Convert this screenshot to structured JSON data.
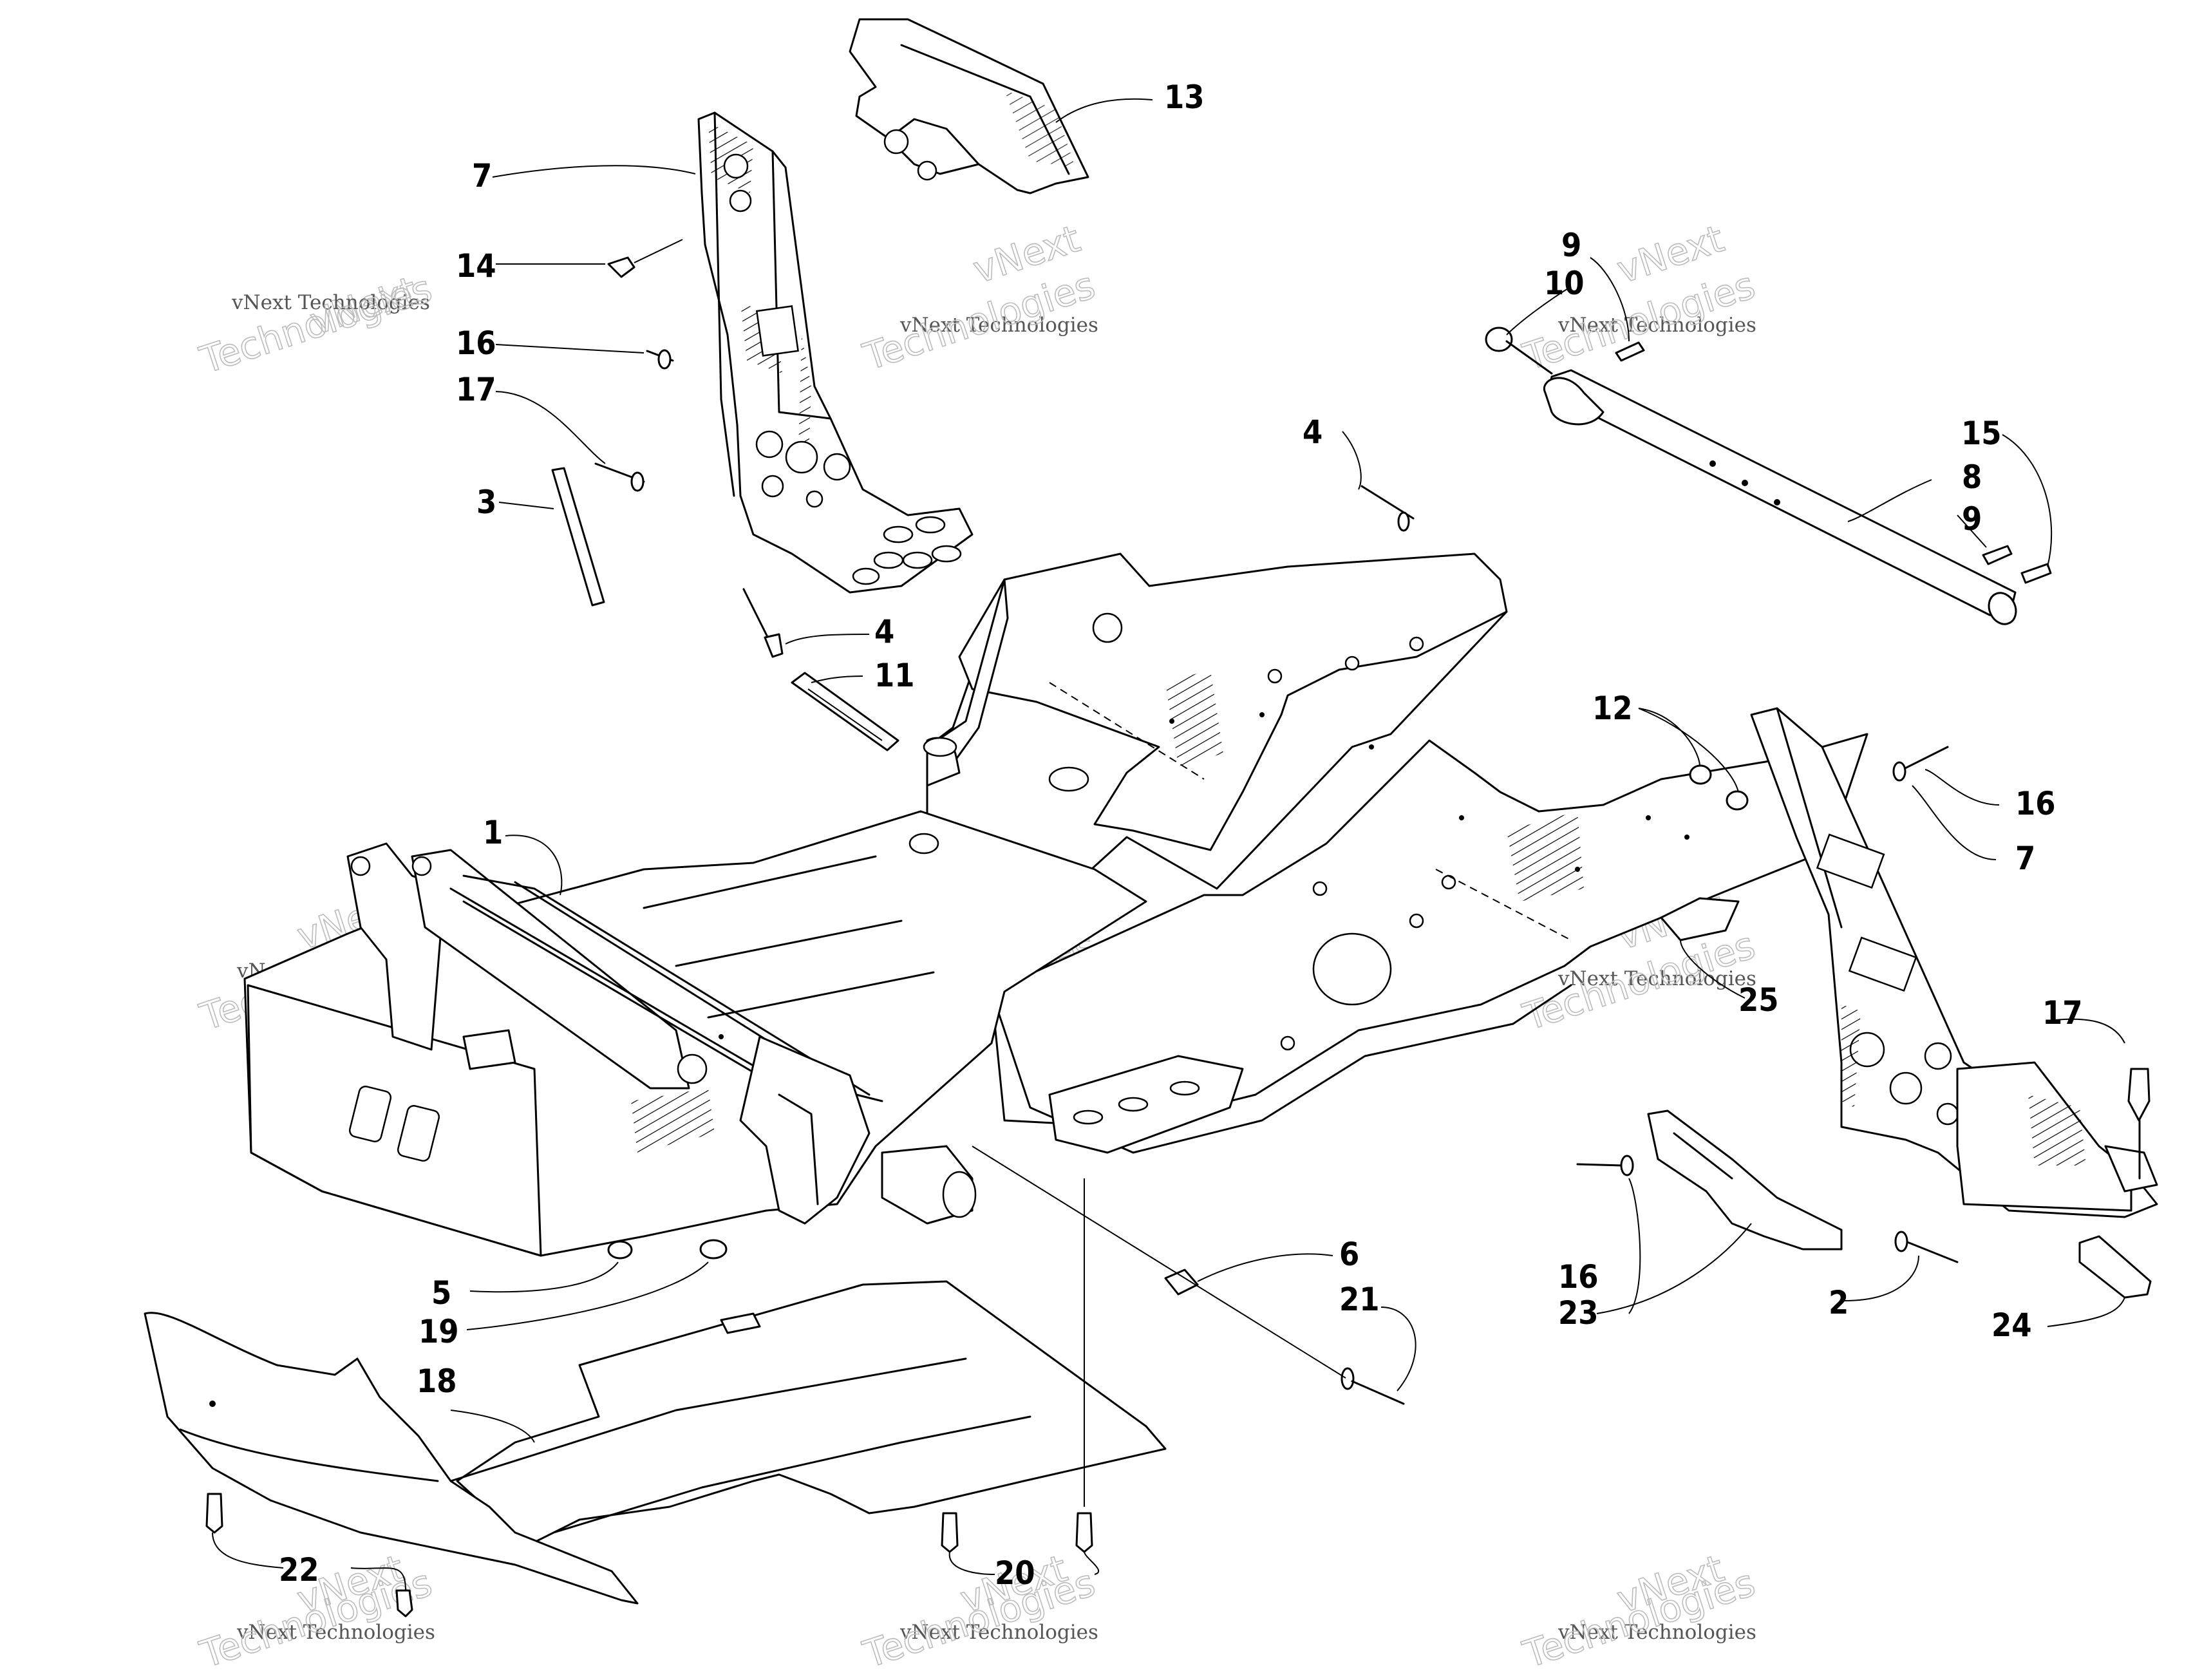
{
  "callouts": [
    {
      "id": "13",
      "text": "13"
    },
    {
      "id": "7a",
      "text": "7"
    },
    {
      "id": "14",
      "text": "14"
    },
    {
      "id": "16a",
      "text": "16"
    },
    {
      "id": "17a",
      "text": "17"
    },
    {
      "id": "3",
      "text": "3"
    },
    {
      "id": "4a",
      "text": "4"
    },
    {
      "id": "11",
      "text": "11"
    },
    {
      "id": "4b",
      "text": "4"
    },
    {
      "id": "9a",
      "text": "9"
    },
    {
      "id": "10",
      "text": "10"
    },
    {
      "id": "15",
      "text": "15"
    },
    {
      "id": "8",
      "text": "8"
    },
    {
      "id": "9b",
      "text": "9"
    },
    {
      "id": "12",
      "text": "12"
    },
    {
      "id": "16b",
      "text": "16"
    },
    {
      "id": "7b",
      "text": "7"
    },
    {
      "id": "1",
      "text": "1"
    },
    {
      "id": "25",
      "text": "25"
    },
    {
      "id": "17b",
      "text": "17"
    },
    {
      "id": "5",
      "text": "5"
    },
    {
      "id": "19",
      "text": "19"
    },
    {
      "id": "6",
      "text": "6"
    },
    {
      "id": "21",
      "text": "21"
    },
    {
      "id": "16c",
      "text": "16"
    },
    {
      "id": "23",
      "text": "23"
    },
    {
      "id": "2",
      "text": "2"
    },
    {
      "id": "24",
      "text": "24"
    },
    {
      "id": "18",
      "text": "18"
    },
    {
      "id": "22",
      "text": "22"
    },
    {
      "id": "20",
      "text": "20"
    }
  ],
  "watermark": {
    "top_text": "vNext",
    "small_text": "vNext Technologies",
    "big_text": "Technologies"
  }
}
